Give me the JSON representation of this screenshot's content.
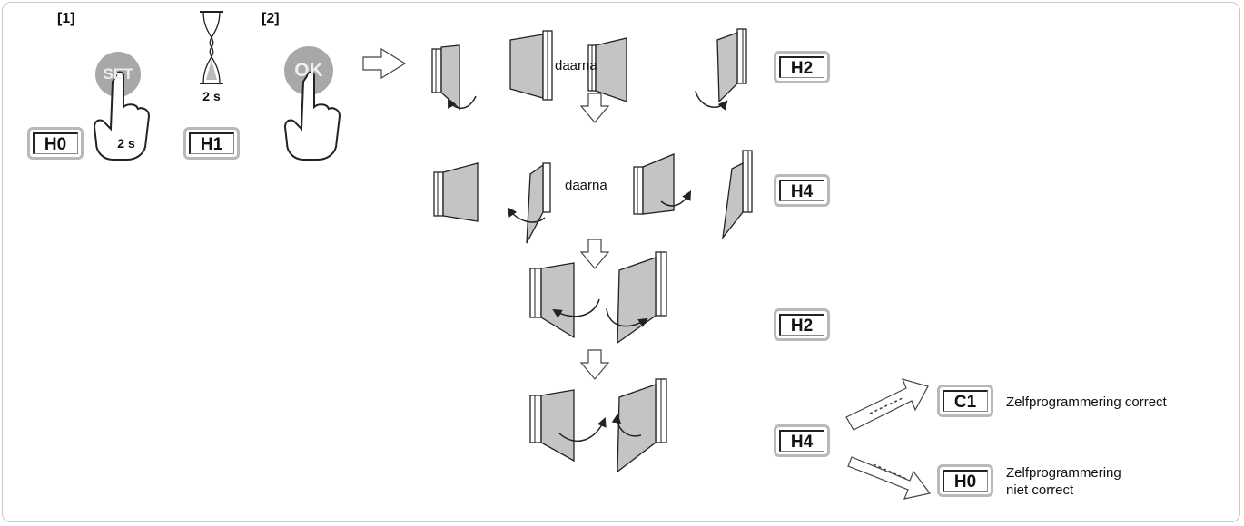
{
  "steps": {
    "s1": "[1]",
    "s2": "[2]"
  },
  "buttons": {
    "set": "SET",
    "ok": "OK"
  },
  "hold_label": "2 s",
  "timer_label": "2 s",
  "then_label": "daarna",
  "codes": {
    "h0_start": "H0",
    "h1": "H1",
    "h2_a": "H2",
    "h4_a": "H4",
    "h2_b": "H2",
    "h4_b": "H4",
    "c1": "C1",
    "h0_end": "H0"
  },
  "results": {
    "ok": "Zelfprogrammering correct",
    "fail": "Zelfprogrammering niet correct"
  },
  "colors": {
    "button_fill": "#a8a8a8",
    "leaf_fill": "#c4c4c4",
    "badge_border": "#b9b9b9",
    "line": "#222222"
  },
  "icons": [
    "hand-press-icon",
    "hourglass-icon",
    "outline-arrow-icon",
    "dashed-arrow-icon",
    "gate-leaf-icon",
    "curved-arrow-icon"
  ]
}
